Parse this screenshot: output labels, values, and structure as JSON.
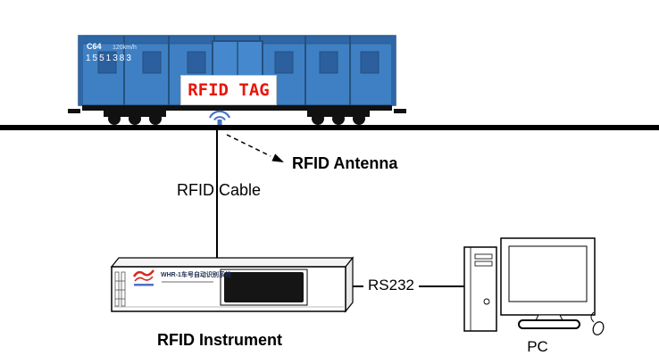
{
  "labels": {
    "tag": "RFID TAG",
    "antenna": "RFID Antenna",
    "cable": "RFID Cable",
    "instrument": "RFID Instrument",
    "rs232": "RS232",
    "pc": "PC"
  },
  "train": {
    "type_code": "C64",
    "speed": "120km/h",
    "car_number": "1551383"
  },
  "instrument": {
    "title": "WHR-1车号自动识别系统"
  },
  "colors": {
    "car_body": "#3f80c4",
    "car_dark": "#24517f",
    "car_roof": "#2e66a6",
    "tag_text": "#e8150b",
    "antenna_icon": "#4472c4",
    "logo_red": "#d42a1e",
    "line": "#000000"
  }
}
